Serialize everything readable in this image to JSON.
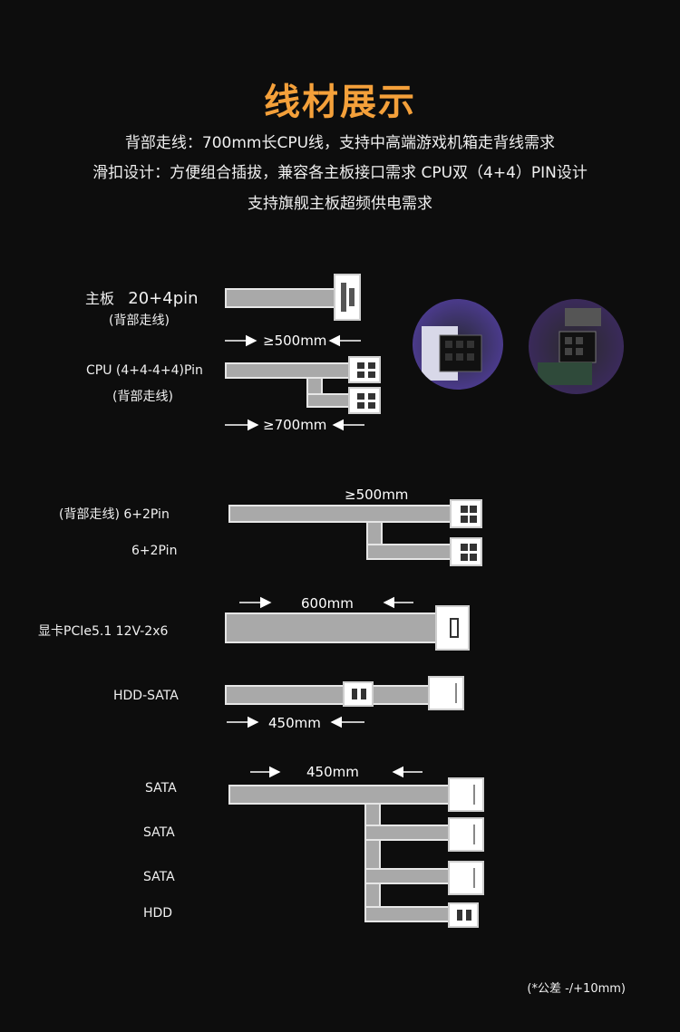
{
  "header": {
    "title": "线材展示",
    "intro_lines": [
      "背部走线：700mm长CPU线，支持中高端游戏机箱走背线需求",
      "滑扣设计：方便组合插拔，兼容各主板接口需求  CPU双（4+4）PIN设计",
      "支持旗舰主板超频供电需求"
    ]
  },
  "cables": {
    "mainboard": {
      "name": "主板",
      "pins": "20+4pin",
      "note": "(背部走线)",
      "length": "≥500mm"
    },
    "cpu": {
      "name": "CPU (4+4-4+4)Pin",
      "note": "(背部走线)",
      "length": "≥700mm"
    },
    "pcie_top": {
      "name": "(背部走线) 6+2Pin",
      "length": "≥500mm"
    },
    "pcie_bottom": {
      "name": "6+2Pin"
    },
    "gpu": {
      "name": "显卡PCIe5.1  12V-2x6",
      "length": "600mm"
    },
    "hdd_sata": {
      "name": "HDD-SATA",
      "length": "450mm"
    },
    "sata_group": {
      "length": "450mm",
      "labels": [
        "SATA",
        "SATA",
        "SATA",
        "HDD"
      ]
    }
  },
  "photos": [
    {
      "icon": "cpu-connector-photo-icon",
      "accent": "#7a5bd6"
    },
    {
      "icon": "motherboard-connector-photo-icon",
      "accent": "#a060ff"
    }
  ],
  "footer": {
    "tolerance": "(*公差 -/+10mm)"
  }
}
